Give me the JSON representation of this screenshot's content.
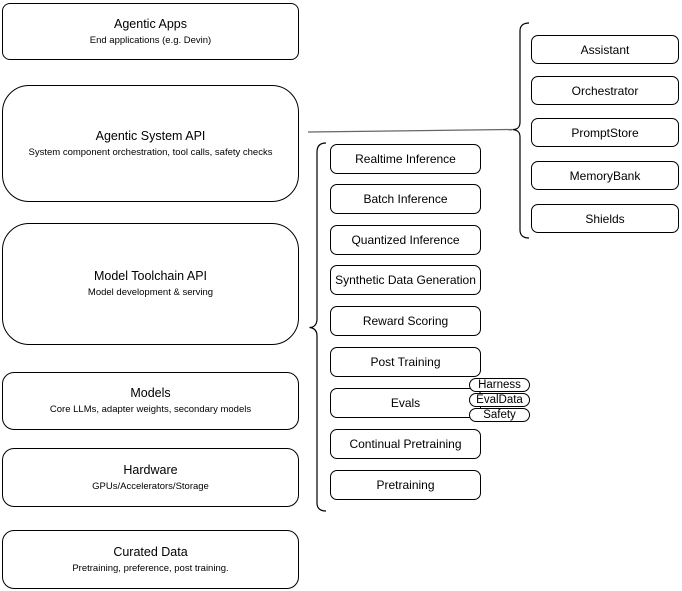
{
  "left_stack": {
    "boxes": [
      {
        "title": "Agentic Apps",
        "subtitle": "End applications (e.g. Devin)"
      },
      {
        "title": "Agentic System API",
        "subtitle": "System component orchestration, tool calls, safety checks"
      },
      {
        "title": "Model Toolchain API",
        "subtitle": "Model development & serving"
      },
      {
        "title": "Models",
        "subtitle": "Core LLMs, adapter weights, secondary models"
      },
      {
        "title": "Hardware",
        "subtitle": "GPUs/Accelerators/Storage"
      },
      {
        "title": "Curated Data",
        "subtitle": "Pretraining, preference, post training."
      }
    ]
  },
  "toolchain_group": {
    "items": [
      "Realtime Inference",
      "Batch Inference",
      "Quantized Inference",
      "Synthetic Data Generation",
      "Reward Scoring",
      "Post Training",
      "Evals",
      "Continual Pretraining",
      "Pretraining"
    ]
  },
  "evals_tags": [
    "Harness",
    "EvalData",
    "Safety"
  ],
  "system_group": {
    "items": [
      "Assistant",
      "Orchestrator",
      "PromptStore",
      "MemoryBank",
      "Shields"
    ]
  },
  "colors": {
    "stroke": "#000000",
    "background": "#ffffff",
    "connector": "#666666"
  }
}
